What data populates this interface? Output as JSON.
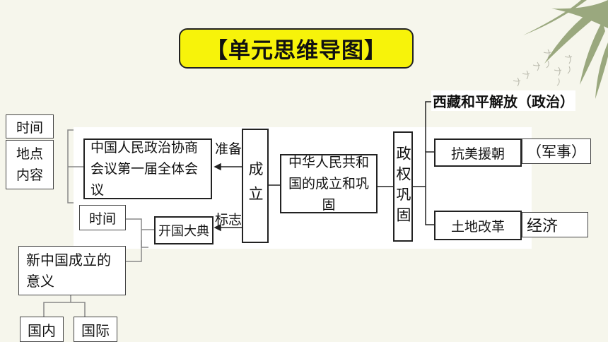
{
  "title": "【单元思维导图】",
  "left_labels": {
    "time": "时间",
    "place": "地点",
    "content": "内容"
  },
  "nodes": {
    "conference": "中国人民政治协商会议第一届全体会议",
    "ceremony": "开国大典",
    "founding": "成立",
    "prc": "中华人民共和国的成立和巩固",
    "consolidation": "政权巩固",
    "korea": "抗美援朝",
    "land_reform": "土地改革"
  },
  "edge_labels": {
    "prepare": "准备",
    "symbol": "标志"
  },
  "tibet": "西藏和平解放（政治）",
  "military": "（军事）",
  "economy": "经济",
  "ceremony_time": "时间",
  "significance": "新中国成立的意义",
  "significance_domestic": "国内",
  "significance_international": "国际"
}
